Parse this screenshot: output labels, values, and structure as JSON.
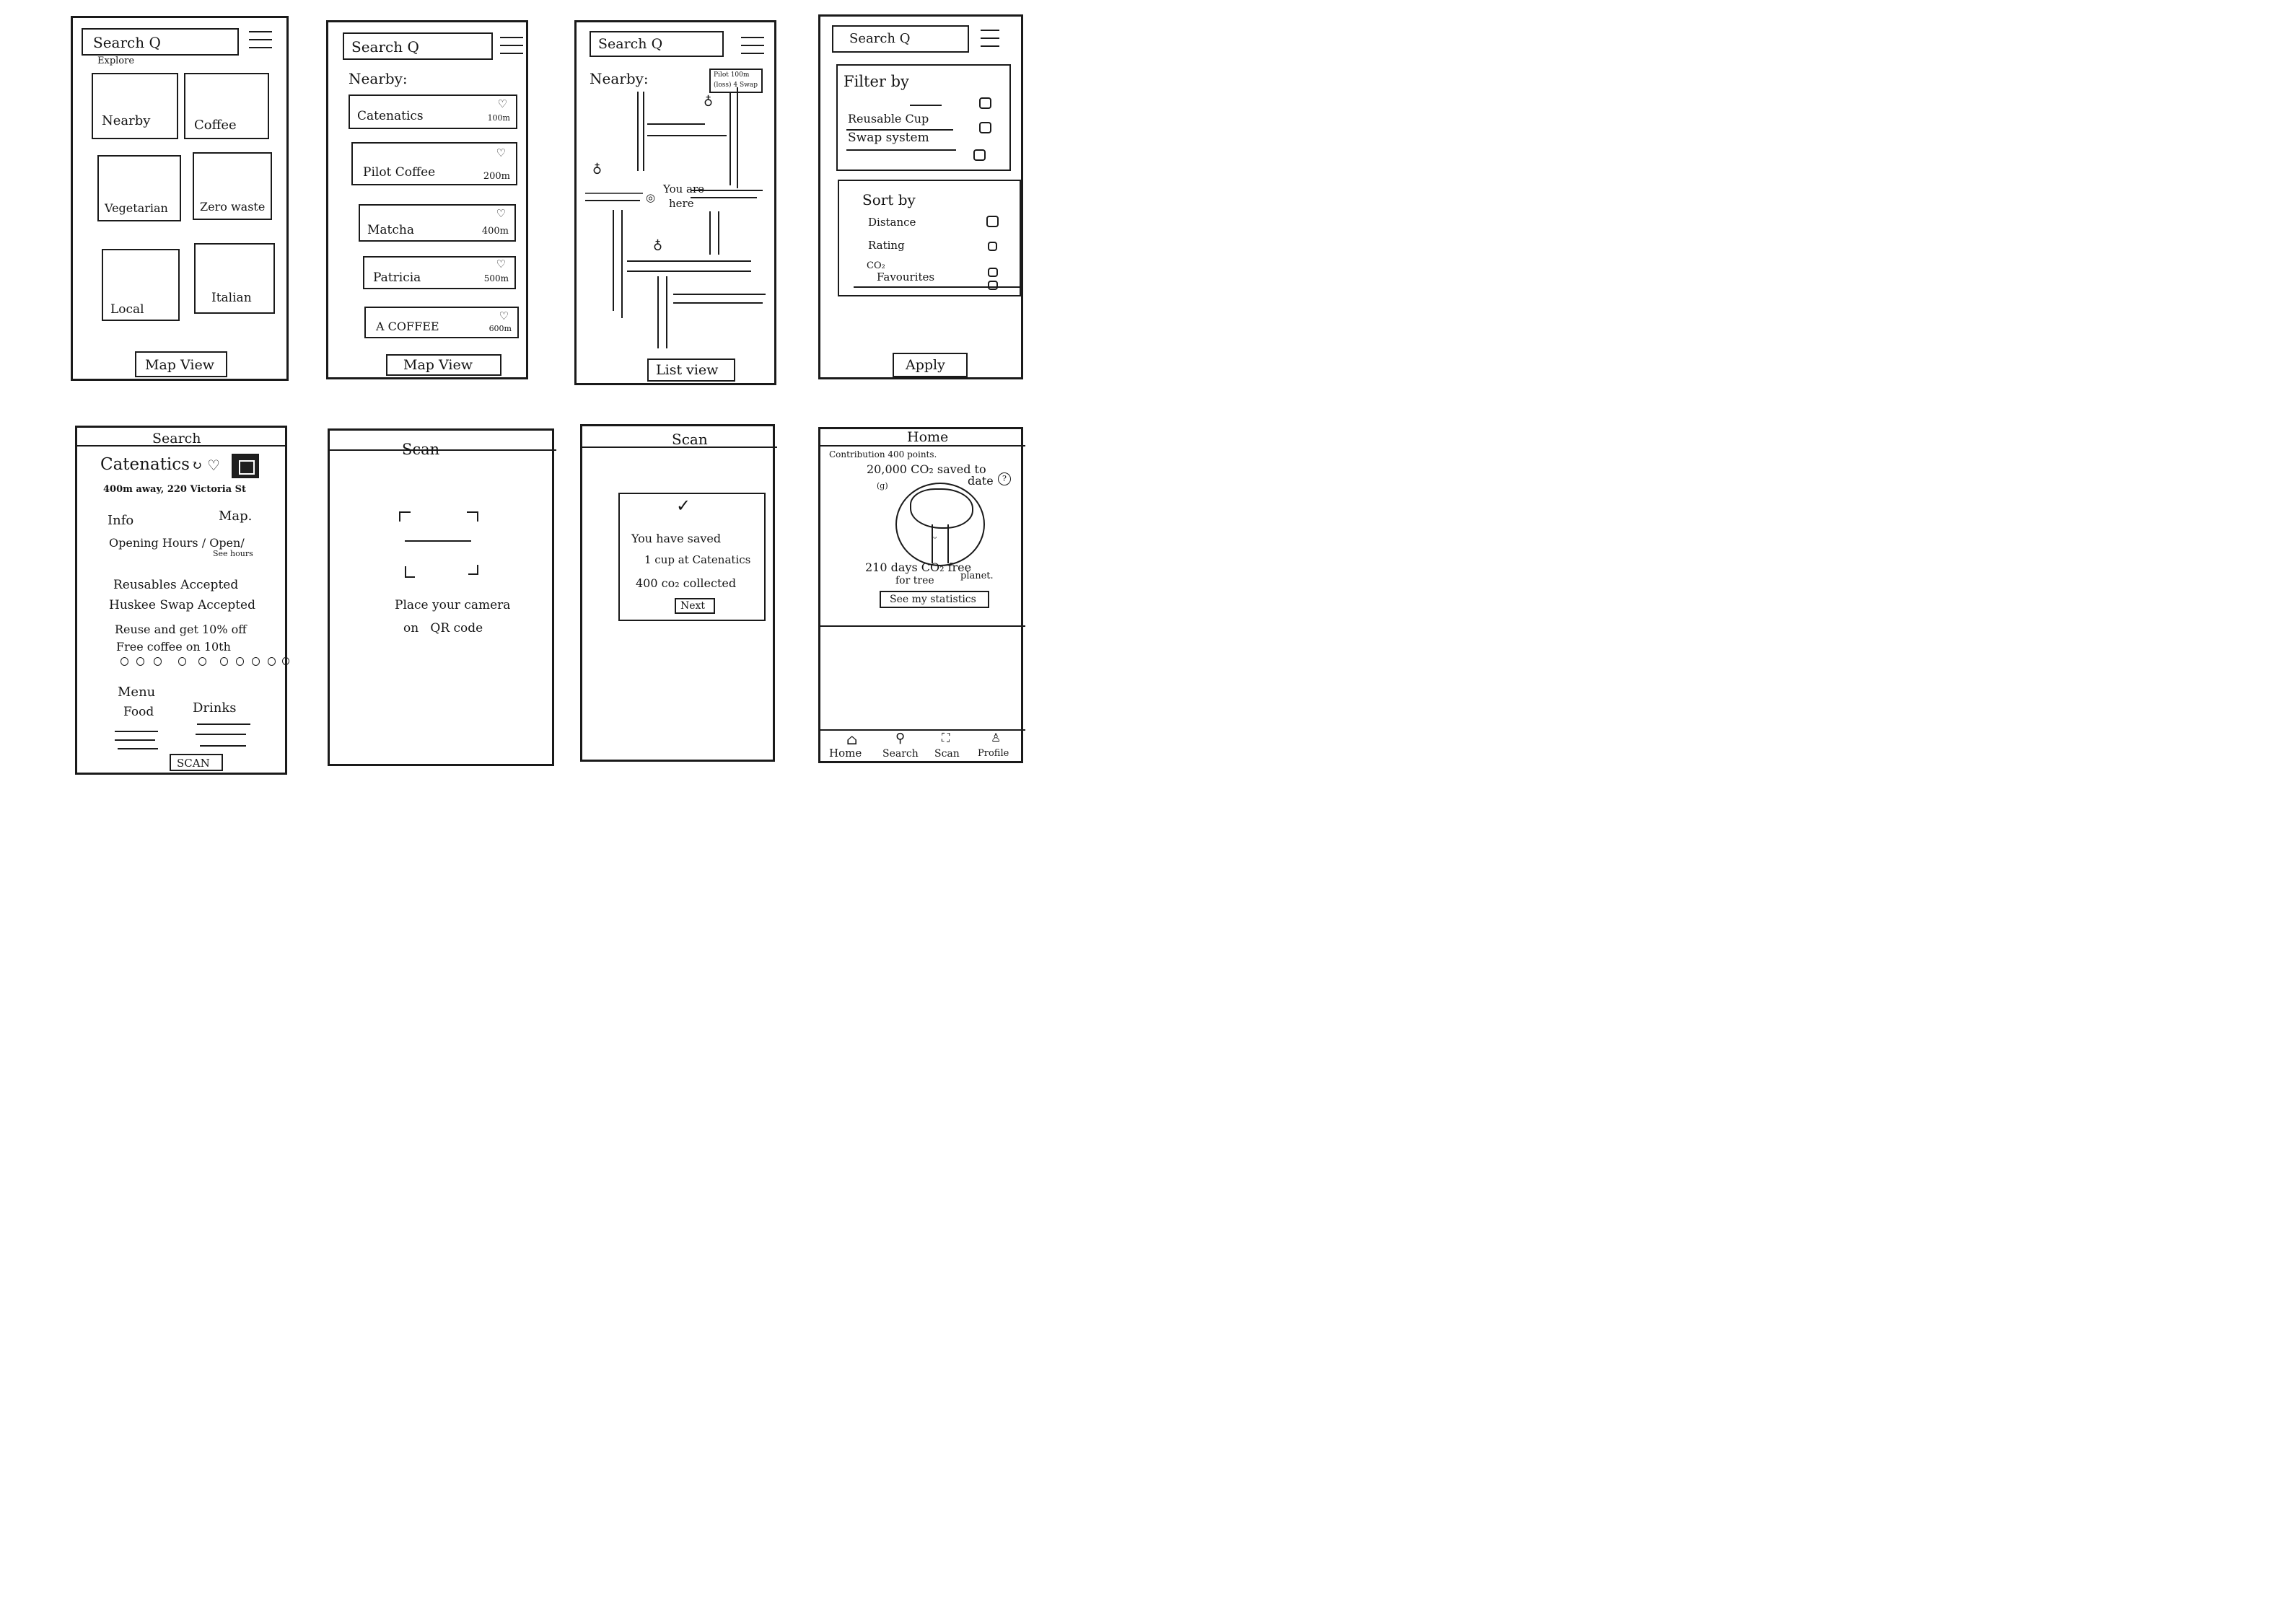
{
  "explore_screen": {
    "search": "Search Q",
    "heading": "Explore",
    "tiles": [
      "Nearby",
      "Coffee",
      "Vegetarian",
      "Zero waste",
      "Local",
      "Italian"
    ],
    "button": "Map View"
  },
  "nearby_list_screen": {
    "search": "Search Q",
    "heading": "Nearby:",
    "items": [
      {
        "name": "Catenatics",
        "distance": "100m"
      },
      {
        "name": "Pilot Coffee",
        "distance": "200m"
      },
      {
        "name": "Matcha",
        "distance": "400m"
      },
      {
        "name": "Patricia",
        "distance": "500m"
      },
      {
        "name": "A COFFEE",
        "distance": "600m"
      }
    ],
    "button": "Map View"
  },
  "map_screen": {
    "search": "Search Q",
    "heading": "Nearby:",
    "callout_line1": "Pilot  100m",
    "callout_line2": "(loss) 4 Swap",
    "you_are_here_1": "You are",
    "you_are_here_2": "here",
    "button": "List view"
  },
  "filter_screen": {
    "search": "Search Q",
    "filter_title": "Filter by",
    "filter_options": [
      "Reusable Cup",
      "Swap system"
    ],
    "sort_title": "Sort by",
    "sort_options": [
      "Distance",
      "Rating",
      "CO₂",
      "Favourites"
    ],
    "button": "Apply"
  },
  "cafe_detail_screen": {
    "header": "Search",
    "cafe_name": "Catenatics",
    "address": "400m away, 220 Victoria St",
    "info": "Info",
    "map": "Map.",
    "opening": "Opening Hours / Open/",
    "see_hours": "See hours",
    "reusables": "Reusables Accepted",
    "huskee": "Huskee Swap Accepted",
    "reuse": "Reuse and get 10% off",
    "free_coffee": "Free coffee on 10th",
    "menu": "Menu",
    "food": "Food",
    "drinks": "Drinks",
    "button": "SCAN"
  },
  "scan_screen": {
    "header": "Scan",
    "instruction_1": "Place your camera",
    "instruction_2": "on   QR code"
  },
  "scan_success_screen": {
    "header": "Scan",
    "check": "✓",
    "line1": "You have saved",
    "line2": "1 cup at Catenatics",
    "line3": "400 co₂ collected",
    "button": "Next"
  },
  "home_screen": {
    "header": "Home",
    "contribution": "Contribution  400 points.",
    "saved": "20,000 CO₂ saved to",
    "date": "date",
    "unit": "(g)",
    "days": "210 days  CO₂ free",
    "for_tree": "for tree",
    "planet": "planet.",
    "stats_button": "See my statistics",
    "nav": [
      "Home",
      "Search",
      "Scan",
      "Profile"
    ]
  }
}
